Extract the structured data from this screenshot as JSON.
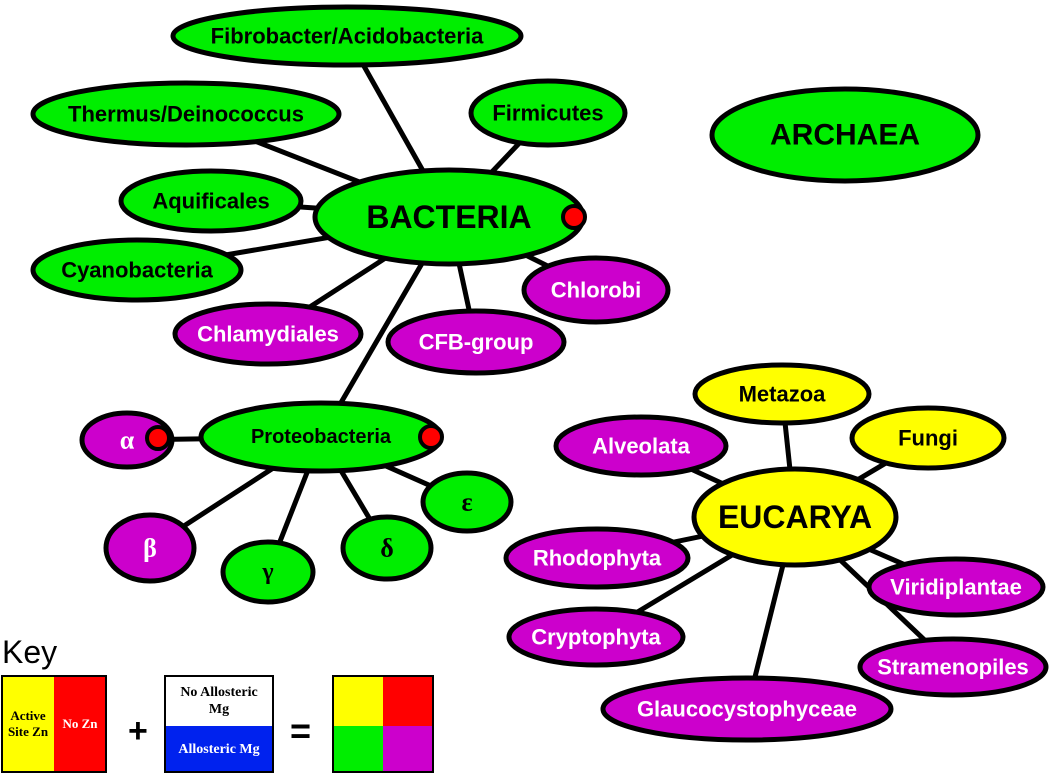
{
  "colors": {
    "green": "#00ee00",
    "purple": "#cc00cc",
    "yellow": "#ffff00",
    "red": "#ff0000",
    "blue": "#0022ee",
    "white": "#ffffff",
    "outline": "#000000"
  },
  "domains": {
    "bacteria": "BACTERIA",
    "archaea": "ARCHAEA",
    "eucarya": "EUCARYA"
  },
  "bacteria_groups": [
    {
      "id": "fibrobacter",
      "label": "Fibrobacter/Acidobacteria",
      "color": "green"
    },
    {
      "id": "thermus",
      "label": "Thermus/Deinococcus",
      "color": "green"
    },
    {
      "id": "firmicutes",
      "label": "Firmicutes",
      "color": "green"
    },
    {
      "id": "aquificales",
      "label": "Aquificales",
      "color": "green"
    },
    {
      "id": "cyanobacteria",
      "label": "Cyanobacteria",
      "color": "green"
    },
    {
      "id": "chlorobi",
      "label": "Chlorobi",
      "color": "purple"
    },
    {
      "id": "chlamydiales",
      "label": "Chlamydiales",
      "color": "purple"
    },
    {
      "id": "cfb",
      "label": "CFB-group",
      "color": "purple"
    },
    {
      "id": "proteobacteria",
      "label": "Proteobacteria",
      "color": "green"
    }
  ],
  "proteobacteria_classes": [
    {
      "id": "alpha",
      "label": "α",
      "color": "purple"
    },
    {
      "id": "beta",
      "label": "β",
      "color": "purple"
    },
    {
      "id": "gamma",
      "label": "γ",
      "color": "green"
    },
    {
      "id": "delta",
      "label": "δ",
      "color": "green"
    },
    {
      "id": "epsilon",
      "label": "ε",
      "color": "green"
    }
  ],
  "eucarya_groups": [
    {
      "id": "metazoa",
      "label": "Metazoa",
      "color": "yellow"
    },
    {
      "id": "fungi",
      "label": "Fungi",
      "color": "yellow"
    },
    {
      "id": "alveolata",
      "label": "Alveolata",
      "color": "purple"
    },
    {
      "id": "rhodophyta",
      "label": "Rhodophyta",
      "color": "purple"
    },
    {
      "id": "viridiplantae",
      "label": "Viridiplantae",
      "color": "purple"
    },
    {
      "id": "cryptophyta",
      "label": "Cryptophyta",
      "color": "purple"
    },
    {
      "id": "stramenopiles",
      "label": "Stramenopiles",
      "color": "purple"
    },
    {
      "id": "glaucocystophyceae",
      "label": "Glaucocystophyceae",
      "color": "purple"
    }
  ],
  "key": {
    "title": "Key",
    "active_site_zn": "Active Site Zn",
    "no_zn": "No Zn",
    "no_allosteric_mg": "No Allosteric Mg",
    "allosteric_mg": "Allosteric Mg",
    "plus": "+",
    "equals": "="
  }
}
